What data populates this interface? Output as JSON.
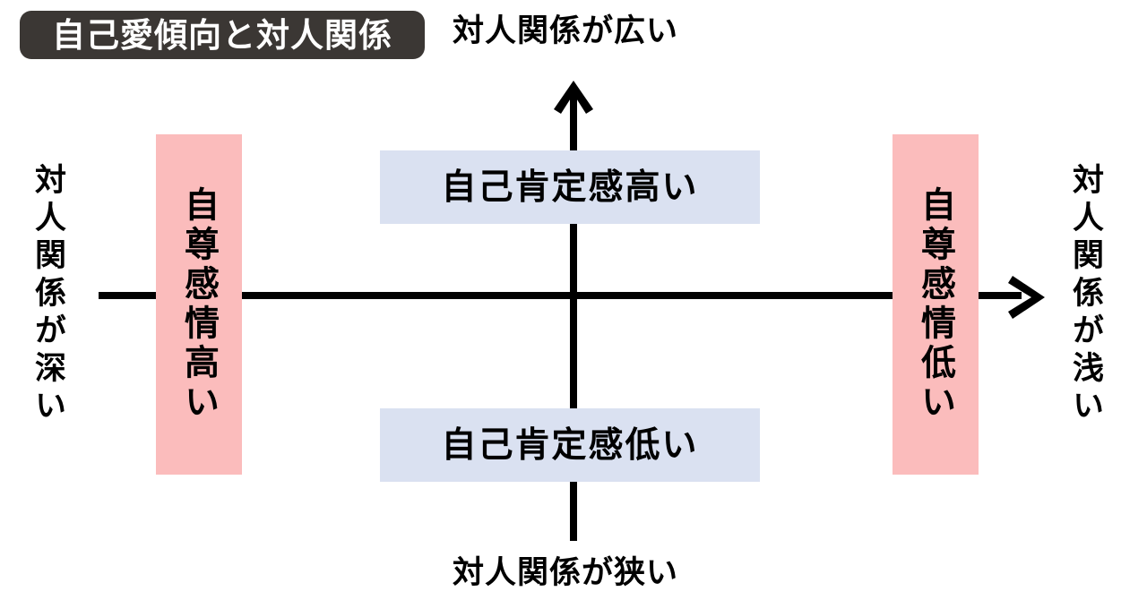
{
  "title": {
    "text": "自己愛傾向と対人関係",
    "badge_color": "#3b3734",
    "text_color": "#ffffff"
  },
  "axes": {
    "vertical": {
      "top_label": "対人関係が広い",
      "bottom_label": "対人関係が狭い",
      "arrow": "arrow-up-icon",
      "color": "#000000"
    },
    "horizontal": {
      "left_label": "対人関係が深い",
      "right_label": "対人関係が浅い",
      "arrow": "arrow-right-icon",
      "color": "#000000"
    }
  },
  "bands": {
    "pink_color": "#fbbcbc",
    "blue_color": "#dae1f1",
    "left_pink": "自尊感情高い",
    "right_pink": "自尊感情低い",
    "top_blue": "自己肯定感高い",
    "bottom_blue": "自己肯定感低い"
  }
}
